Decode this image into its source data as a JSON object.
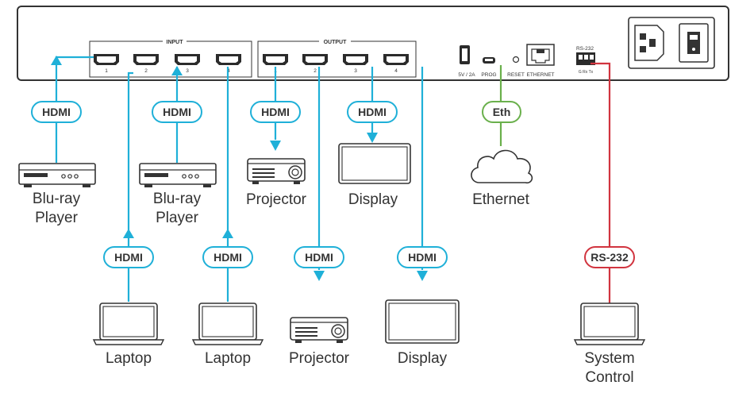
{
  "device": {
    "input_group_label": "INPUT",
    "output_group_label": "OUTPUT",
    "input_port_numbers": [
      "1",
      "2",
      "3",
      "4"
    ],
    "output_port_numbers": [
      "1",
      "2",
      "3",
      "4"
    ],
    "usb_label": "5V / 2A",
    "prog_label": "PROG",
    "reset_label": "RESET",
    "ethernet_port_label": "ETHERNET",
    "rs232_port_label": "RS-232",
    "rs232_pins_label": "G Rx Tx"
  },
  "cables": {
    "hdmi": "HDMI",
    "eth": "Eth",
    "rs232": "RS-232"
  },
  "devices": {
    "bluray1": [
      "Blu-ray",
      "Player"
    ],
    "bluray2": [
      "Blu-ray",
      "Player"
    ],
    "laptop1": "Laptop",
    "laptop2": "Laptop",
    "projector1": "Projector",
    "projector2": "Projector",
    "display1": "Display",
    "display2": "Display",
    "ethernet": "Ethernet",
    "system_control": [
      "System",
      "Control"
    ]
  },
  "colors": {
    "hdmi_line": "#1fb0d8",
    "eth_line": "#6ab04c",
    "rs232_line": "#d1343f",
    "device_stroke": "#333333"
  }
}
